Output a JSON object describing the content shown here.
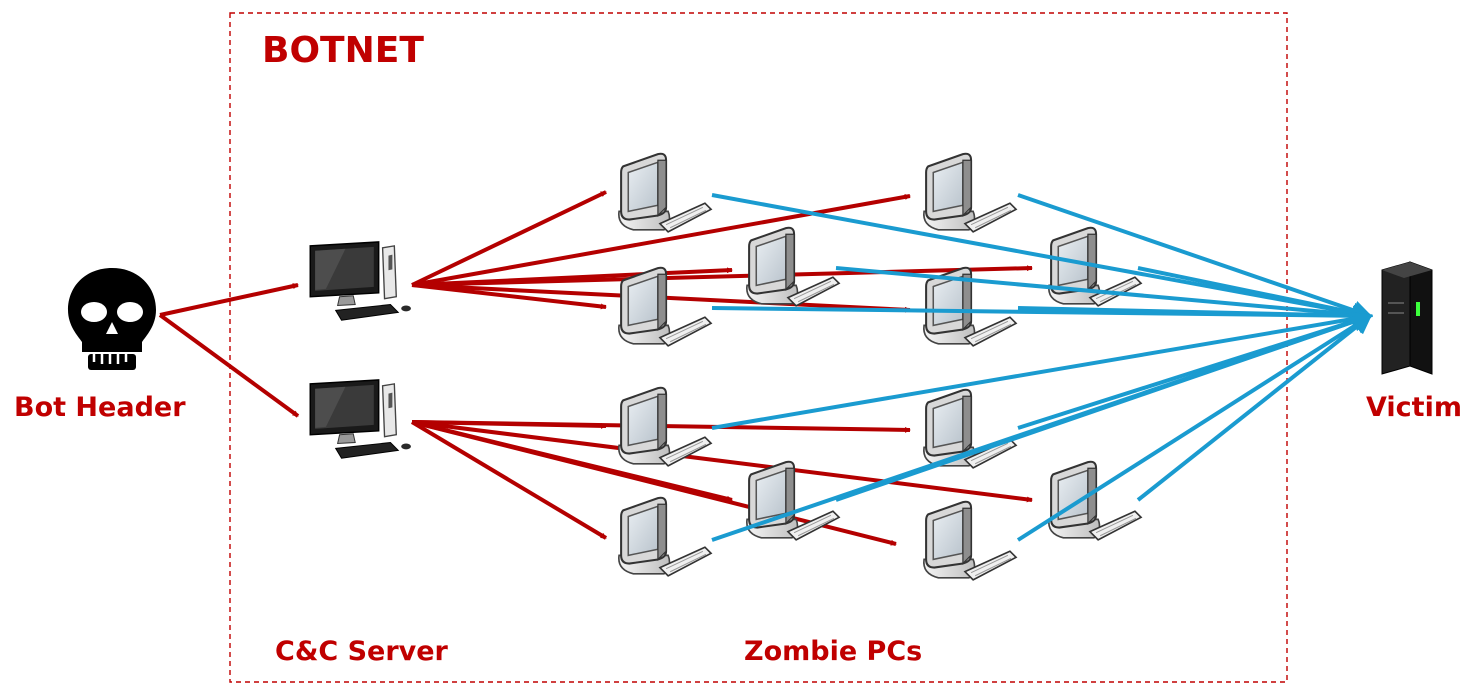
{
  "diagram": {
    "title": "BOTNET",
    "labels": {
      "bot_header": "Bot Header",
      "victim": "Victim",
      "cc_server": "C&C Server",
      "zombie_pcs": "Zombie PCs"
    },
    "colors": {
      "accent_red": "#c00000",
      "command_arrow": "#b40000",
      "attack_line": "#1a9bd0",
      "boundary": "#c00000"
    },
    "icons": {
      "attacker": "skull-icon",
      "cc_server": "all-in-one-desktop-icon",
      "zombie": "crt-computer-icon",
      "victim": "server-tower-icon"
    },
    "counts": {
      "cc_servers": 2,
      "zombie_pcs": 12
    }
  }
}
